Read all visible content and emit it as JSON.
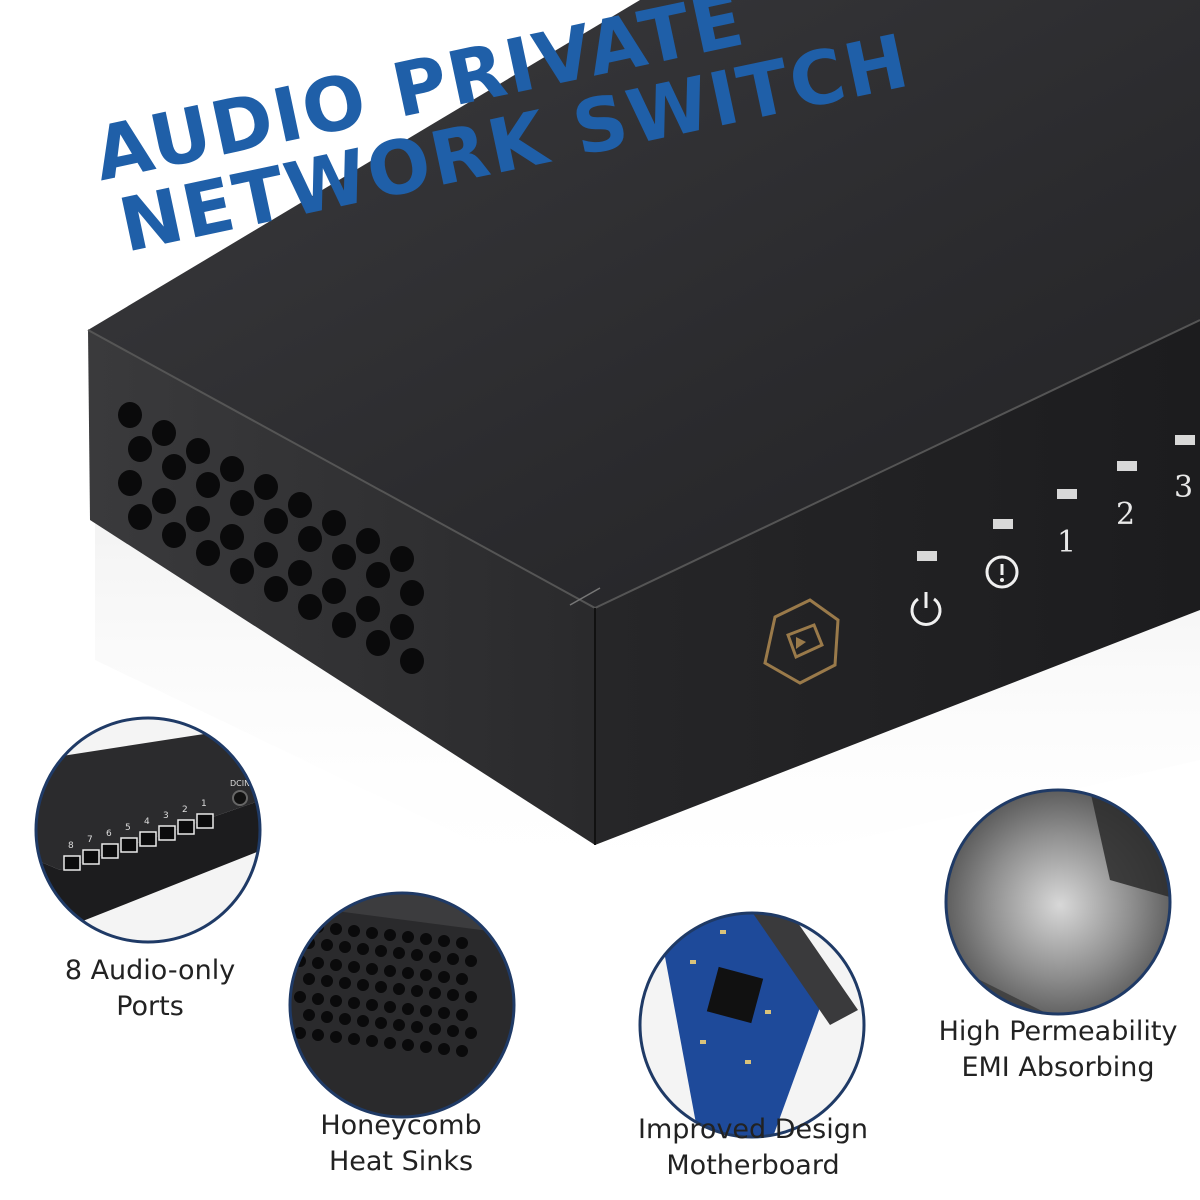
{
  "headline": {
    "line1": "AUDIO PRIVATE",
    "line2": "NETWORK SWITCH"
  },
  "colors": {
    "headline": "#1f5fa8",
    "device_body": "#2a2a2c",
    "logo_gold": "#9a7a4a",
    "led_white": "#e8e8e8"
  },
  "front_panel": {
    "port_numbers": [
      "1",
      "2",
      "3"
    ],
    "icons": [
      "power-icon",
      "alert-icon"
    ]
  },
  "features": [
    {
      "line1": "8 Audio-only",
      "line2": "Ports"
    },
    {
      "line1": "Honeycomb",
      "line2": "Heat Sinks"
    },
    {
      "line1": "Improved Design",
      "line2": "Motherboard"
    },
    {
      "line1": "High Permeability",
      "line2": "EMI Absorbing"
    }
  ],
  "inset_ports": {
    "labels": [
      "8",
      "7",
      "6",
      "5",
      "4",
      "3",
      "2",
      "1"
    ],
    "power_label": "DCIN"
  }
}
